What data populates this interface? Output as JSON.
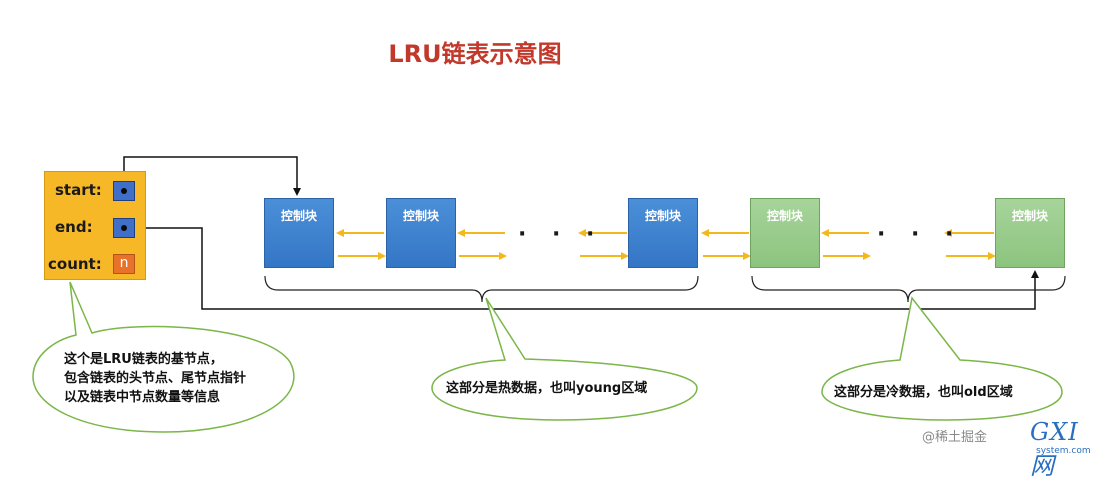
{
  "title": "LRU链表示意图",
  "base_node": {
    "start_label": "start:",
    "end_label": "end:",
    "count_label": "count:",
    "count_value": "n"
  },
  "block_label": "控制块",
  "blocks": [
    {
      "label": "控制块",
      "region": "hot",
      "color": "#3d82d0"
    },
    {
      "label": "控制块",
      "region": "hot",
      "color": "#3d82d0"
    },
    {
      "label": "控制块",
      "region": "hot",
      "color": "#3d82d0"
    },
    {
      "label": "控制块",
      "region": "cold",
      "color": "#98cb8a"
    },
    {
      "label": "控制块",
      "region": "cold",
      "color": "#98cb8a"
    }
  ],
  "ellipsis": "· · ·",
  "callouts": {
    "base_line1": "这个是LRU链表的基节点，",
    "base_line2": "包含链表的头节点、尾节点指针",
    "base_line3": "以及链表中节点数量等信息",
    "hot": "这部分是热数据，也叫young区域",
    "cold": "这部分是冷数据，也叫old区域"
  },
  "watermark": "@稀土掘金",
  "logo": {
    "main": "GXI网",
    "sub": "system.com"
  },
  "colors": {
    "title": "#c0392b",
    "base_fill": "#f6b827",
    "pointer_fill": "#3f6fc7",
    "count_fill": "#e9722a",
    "hot_block": "#3d82d0",
    "cold_block": "#98cb8a",
    "arrow": "#f2b81d",
    "callout_border": "#7ab648"
  }
}
